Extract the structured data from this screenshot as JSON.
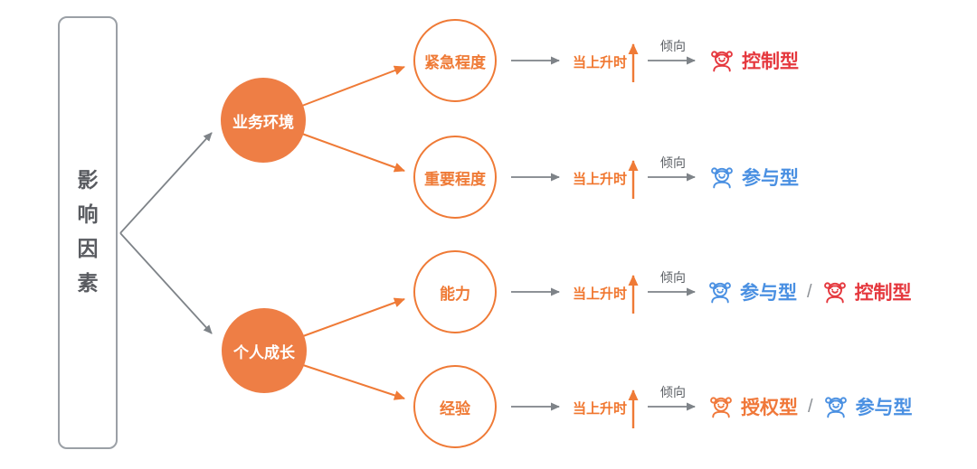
{
  "root": {
    "label": "影响因素"
  },
  "hubs": [
    {
      "label": "业务环境"
    },
    {
      "label": "个人成长"
    }
  ],
  "rows": [
    {
      "factor": "紧急程度",
      "when_rising": "当上升时",
      "tendency": "倾向",
      "types": [
        {
          "label": "控制型",
          "color": "#E5383E",
          "icon": "person-icon"
        }
      ]
    },
    {
      "factor": "重要程度",
      "when_rising": "当上升时",
      "tendency": "倾向",
      "types": [
        {
          "label": "参与型",
          "color": "#4A90E2",
          "icon": "person-icon"
        }
      ]
    },
    {
      "factor": "能力",
      "when_rising": "当上升时",
      "tendency": "倾向",
      "separator": "/",
      "types": [
        {
          "label": "参与型",
          "color": "#4A90E2",
          "icon": "person-icon"
        },
        {
          "label": "控制型",
          "color": "#E5383E",
          "icon": "person-icon"
        }
      ]
    },
    {
      "factor": "经验",
      "when_rising": "当上升时",
      "tendency": "倾向",
      "separator": "/",
      "types": [
        {
          "label": "授权型",
          "color": "#F0783A",
          "icon": "person-icon"
        },
        {
          "label": "参与型",
          "color": "#4A90E2",
          "icon": "person-icon"
        }
      ]
    }
  ],
  "colors": {
    "hub_fill": "#EE7E45",
    "line_orange": "#EF7A36",
    "line_gray": "#7E8388",
    "text_gray": "#5A5E63",
    "red": "#E5383E",
    "blue": "#4A90E2",
    "box_border": "#9BA0A6"
  }
}
